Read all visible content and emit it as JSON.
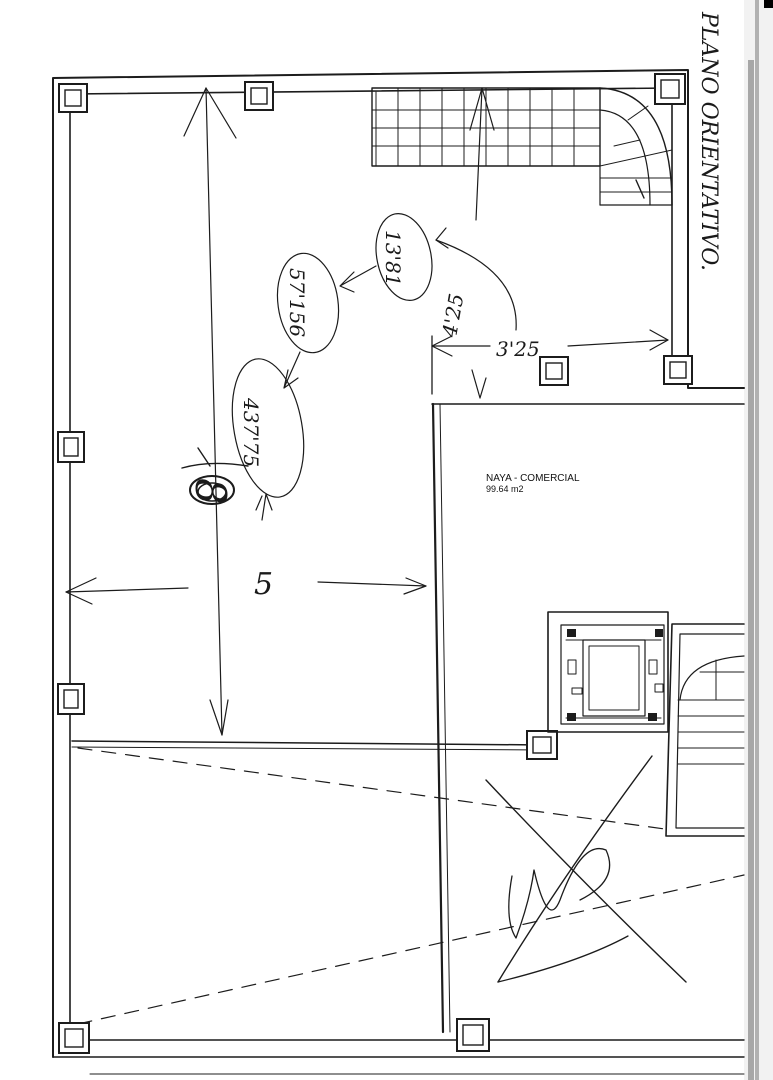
{
  "sheet_title": "PLANO ORIENTATIVO.",
  "room": {
    "name": "NAYA - COMERCIAL",
    "area": "99.64 m2"
  },
  "handwritten": {
    "width_dimension": "5",
    "corridor_dimension": "3'25",
    "step_dimension": "4'25",
    "note_a": "13'81",
    "note_b": "57'156",
    "note_c": "437'75",
    "note_d": "8"
  },
  "colors": {
    "line": "#1c1c1c",
    "paper": "#ffffff",
    "scan_edge": "#555555"
  }
}
